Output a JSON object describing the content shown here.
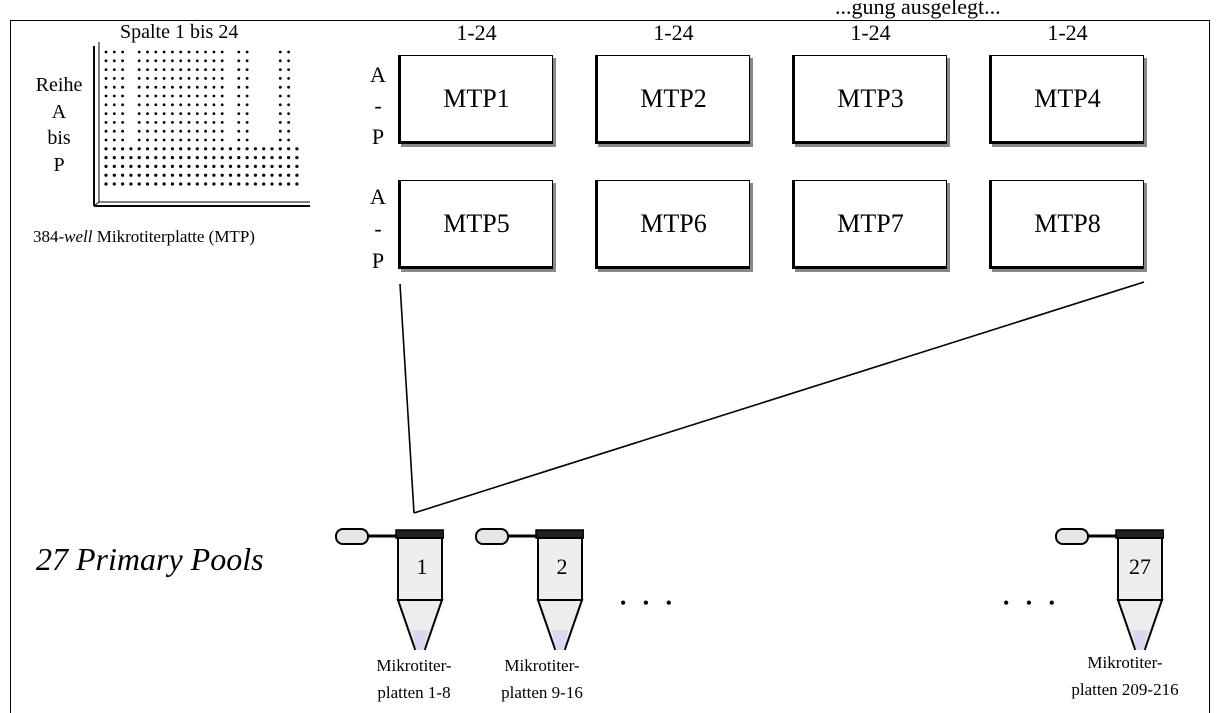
{
  "figure": {
    "header_fragment": "...gung ausgelegt...",
    "legend_plate": {
      "columns_label": "Spalte 1 bis 24",
      "rows_label_line1": "Reihe",
      "rows_label_line2": "A",
      "rows_label_line3": "bis",
      "rows_label_line4": "P",
      "caption_prefix": "384-",
      "caption_italic": "well",
      "caption_suffix": " Mikrotiterplatte (MTP)"
    },
    "column_range": "1-24",
    "row_letters": [
      "A",
      "-",
      "P"
    ],
    "plates": [
      "MTP1",
      "MTP2",
      "MTP3",
      "MTP4",
      "MTP5",
      "MTP6",
      "MTP7",
      "MTP8"
    ],
    "pools_title": "27 Primary Pools",
    "tubes": [
      {
        "number": "1",
        "caption_line1": "Mikrotiter-",
        "caption_line2": "platten 1-8"
      },
      {
        "number": "2",
        "caption_line1": "Mikrotiter-",
        "caption_line2": "platten 9-16"
      },
      {
        "number": "27",
        "caption_line1": "Mikrotiter-",
        "caption_line2": "platten 209-216"
      }
    ],
    "ellipsis": "• • •"
  }
}
